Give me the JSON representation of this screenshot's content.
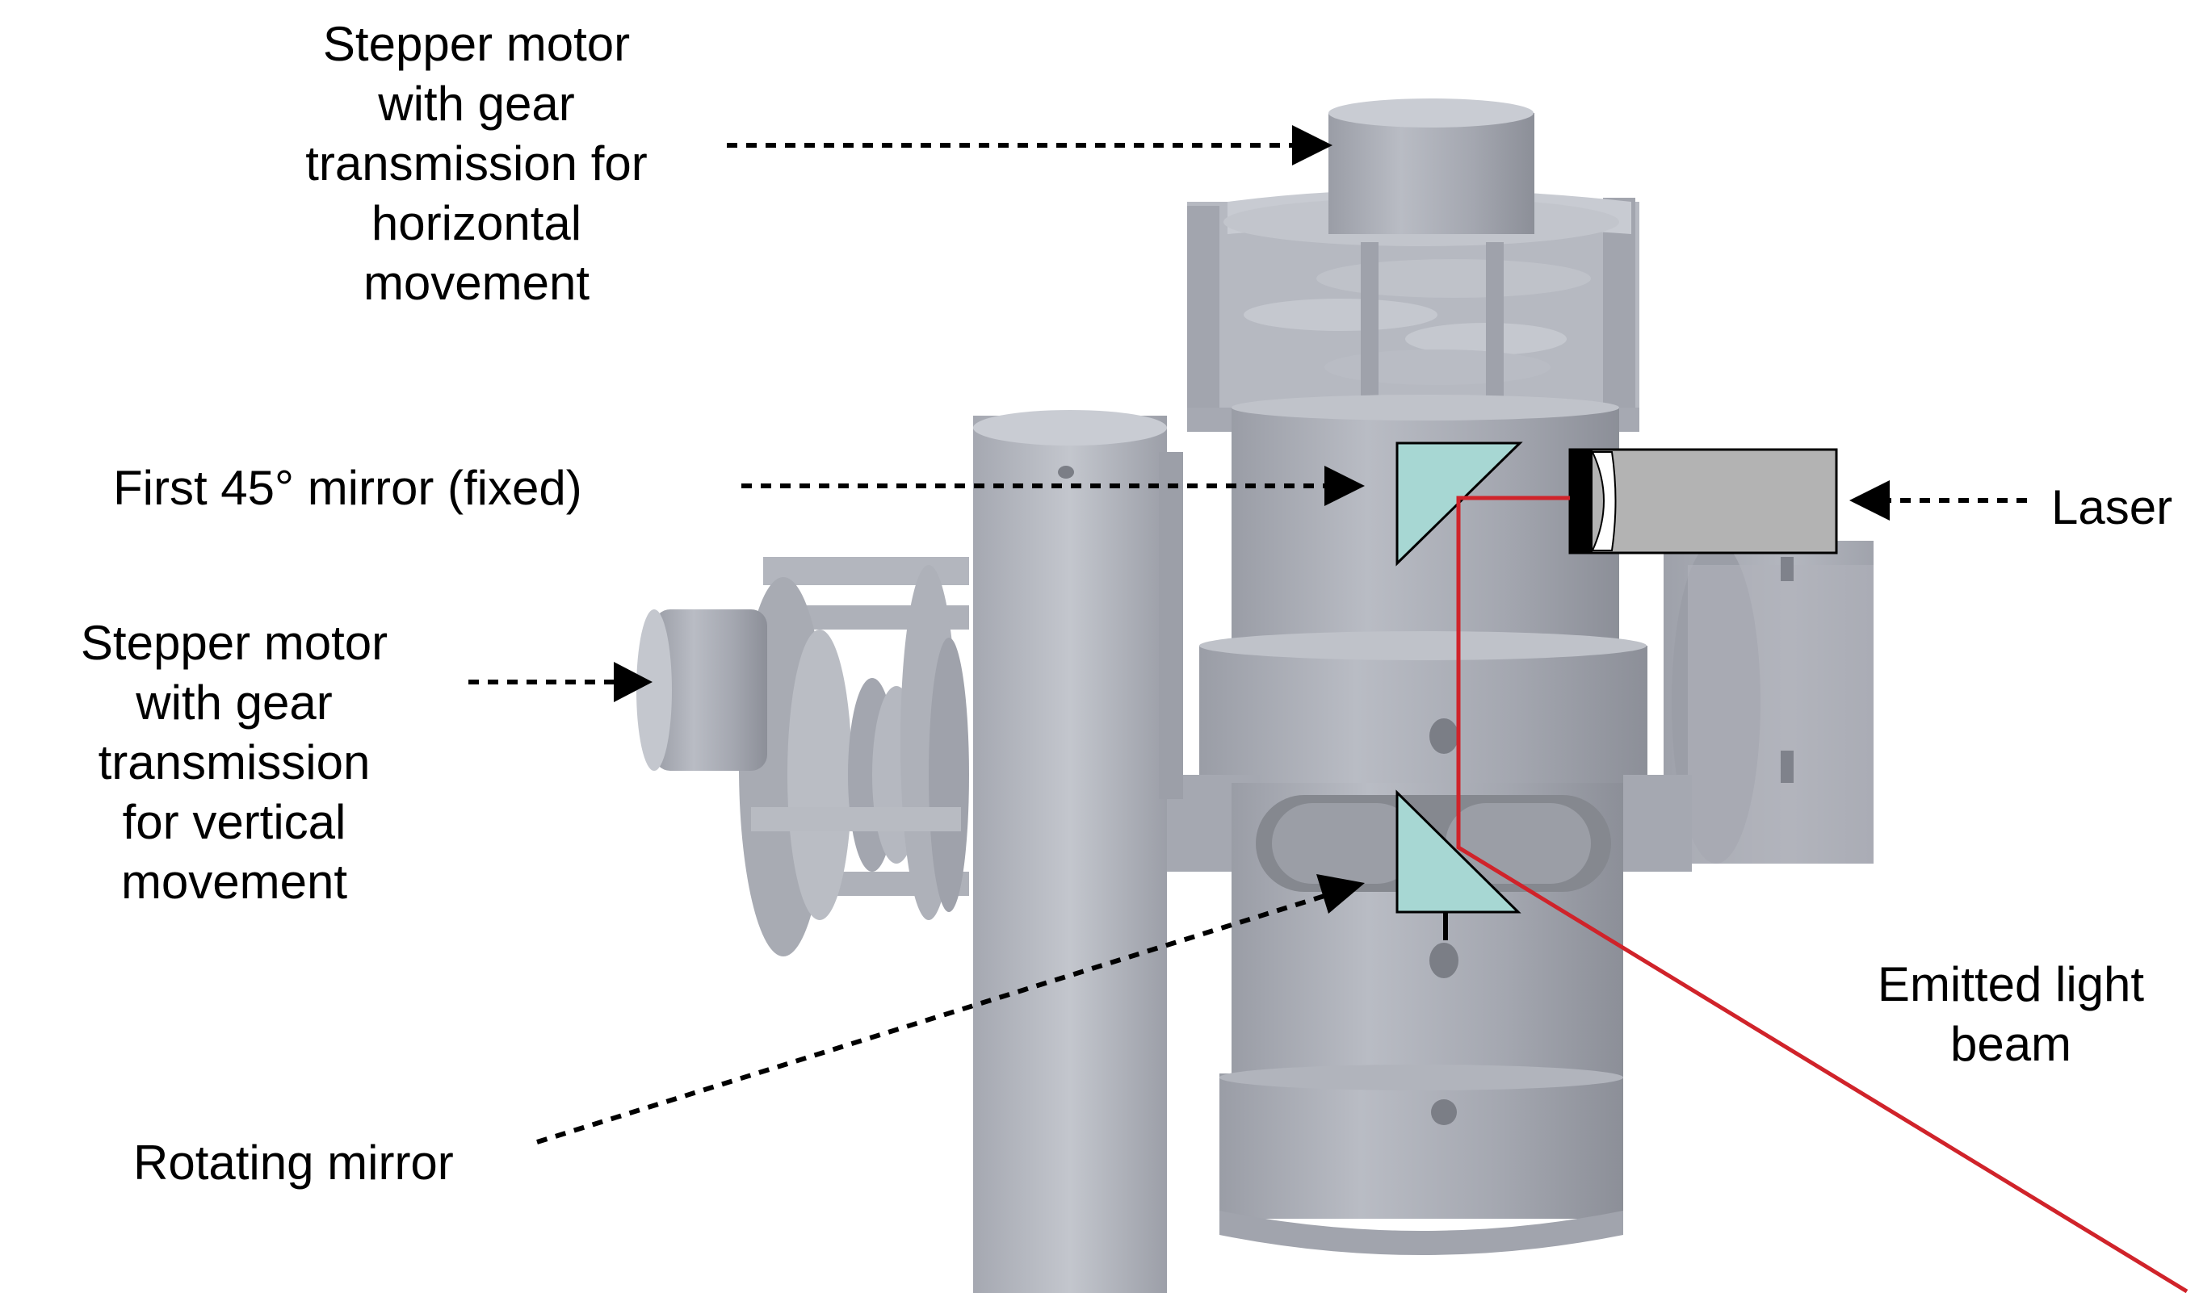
{
  "labels": {
    "top_motor": "Stepper motor\nwith gear\ntransmission for\nhorizontal\nmovement",
    "first_mirror": "First 45° mirror (fixed)",
    "vertical_motor": "Stepper motor\nwith gear\ntransmission\nfor vertical movement",
    "laser": "Laser",
    "beam": "Emitted light\nbeam",
    "rotating_mirror": "Rotating mirror"
  },
  "colors": {
    "body": "#a9acb6",
    "body_dark": "#8d9099",
    "body_light": "#c4c7cf",
    "mirror": "#a7d7d3",
    "laser_box": "#b3b3b3",
    "beam": "#d0232a"
  }
}
